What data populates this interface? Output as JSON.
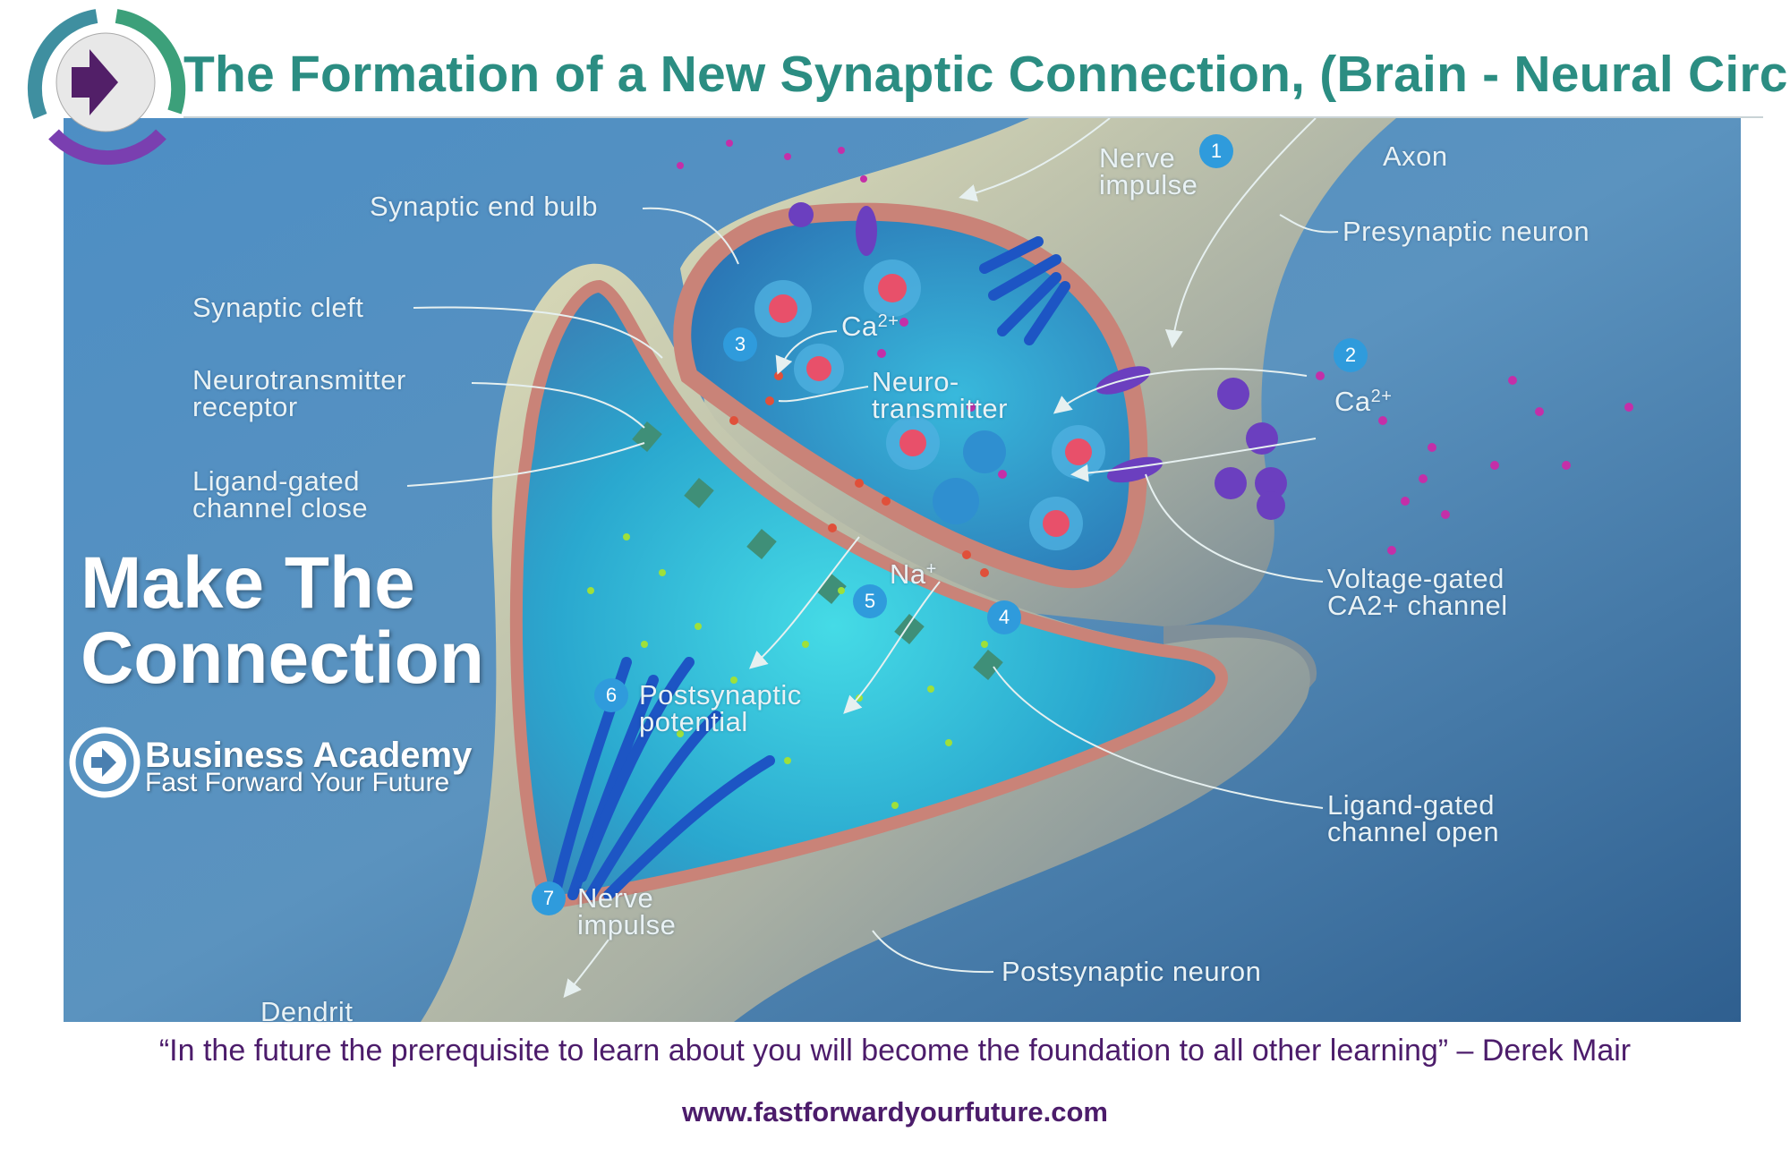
{
  "header": {
    "title": "The Formation of a New Synaptic Connection, (Brain - Neural Circuit)"
  },
  "labels": {
    "synaptic_end_bulb": "Synaptic end bulb",
    "synaptic_cleft": "Synaptic cleft",
    "neurotransmitter_receptor_1": "Neurotransmitter",
    "neurotransmitter_receptor_2": "receptor",
    "ligand_close_1": "Ligand-gated",
    "ligand_close_2": "channel close",
    "nerve_impulse_top_1": "Nerve",
    "nerve_impulse_top_2": "impulse",
    "axon": "Axon",
    "presynaptic_neuron": "Presynaptic neuron",
    "ca_inner": "Ca",
    "ca_inner_sup": "2+",
    "ca_outer": "Ca",
    "ca_outer_sup": "2+",
    "neurotransmitter_1": "Neuro-",
    "neurotransmitter_2": "transmitter",
    "voltage_gated_1": "Voltage-gated",
    "voltage_gated_2": "CA2+ channel",
    "na": "Na",
    "na_sup": "+",
    "postsynaptic_potential_1": "Postsynaptic",
    "postsynaptic_potential_2": "potential",
    "ligand_open_1": "Ligand-gated",
    "ligand_open_2": "channel open",
    "nerve_impulse_bottom_1": "Nerve",
    "nerve_impulse_bottom_2": "impulse",
    "postsynaptic_neuron": "Postsynaptic neuron",
    "dendrit": "Dendrit"
  },
  "steps": [
    "1",
    "2",
    "3",
    "4",
    "5",
    "6",
    "7"
  ],
  "overlay": {
    "headline_1": "Make The",
    "headline_2": "Connection",
    "brand_name": "Business Academy",
    "brand_tagline": "Fast Forward Your Future"
  },
  "footer": {
    "quote": "“In the future the prerequisite to learn about you will become the foundation to all other learning”  – Derek Mair",
    "url": "www.fastforwardyourfuture.com"
  },
  "colors": {
    "title": "#2b8d82",
    "footer": "#4c1c6b",
    "step_badge": "#2f9bdc",
    "membrane": "#c98378"
  }
}
